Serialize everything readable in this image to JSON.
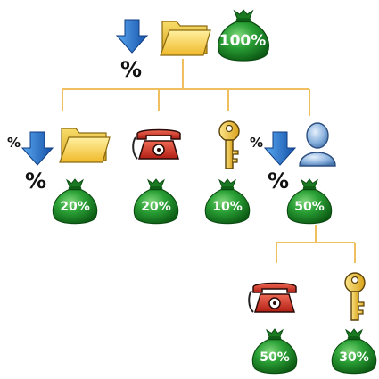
{
  "diagram": {
    "root": {
      "share": "100%",
      "icon": "folder-icon",
      "discount_marker": {
        "icon": "arrow-down-icon",
        "sign": "%"
      }
    },
    "children": [
      {
        "share": "20%",
        "icon": "folder-icon",
        "discount_marker": {
          "icon": "arrow-down-icon",
          "sign_small": "%",
          "sign": "%"
        }
      },
      {
        "share": "20%",
        "icon": "telephone-icon"
      },
      {
        "share": "10%",
        "icon": "key-icon"
      },
      {
        "share": "50%",
        "icon": "user-icon",
        "discount_marker": {
          "icon": "arrow-down-icon",
          "sign_small": "%",
          "sign": "%"
        },
        "children": [
          {
            "share": "50%",
            "icon": "telephone-icon"
          },
          {
            "share": "30%",
            "icon": "key-icon"
          }
        ]
      }
    ],
    "colors": {
      "connector": "#f0c060",
      "bag_green": "#1f8f2a",
      "arrow_blue": "#1f6fd0",
      "folder_yellow": "#f3c83a",
      "phone_red": "#d9342a",
      "key_gold": "#f1c232",
      "user_blue": "#7ea8d8"
    }
  }
}
